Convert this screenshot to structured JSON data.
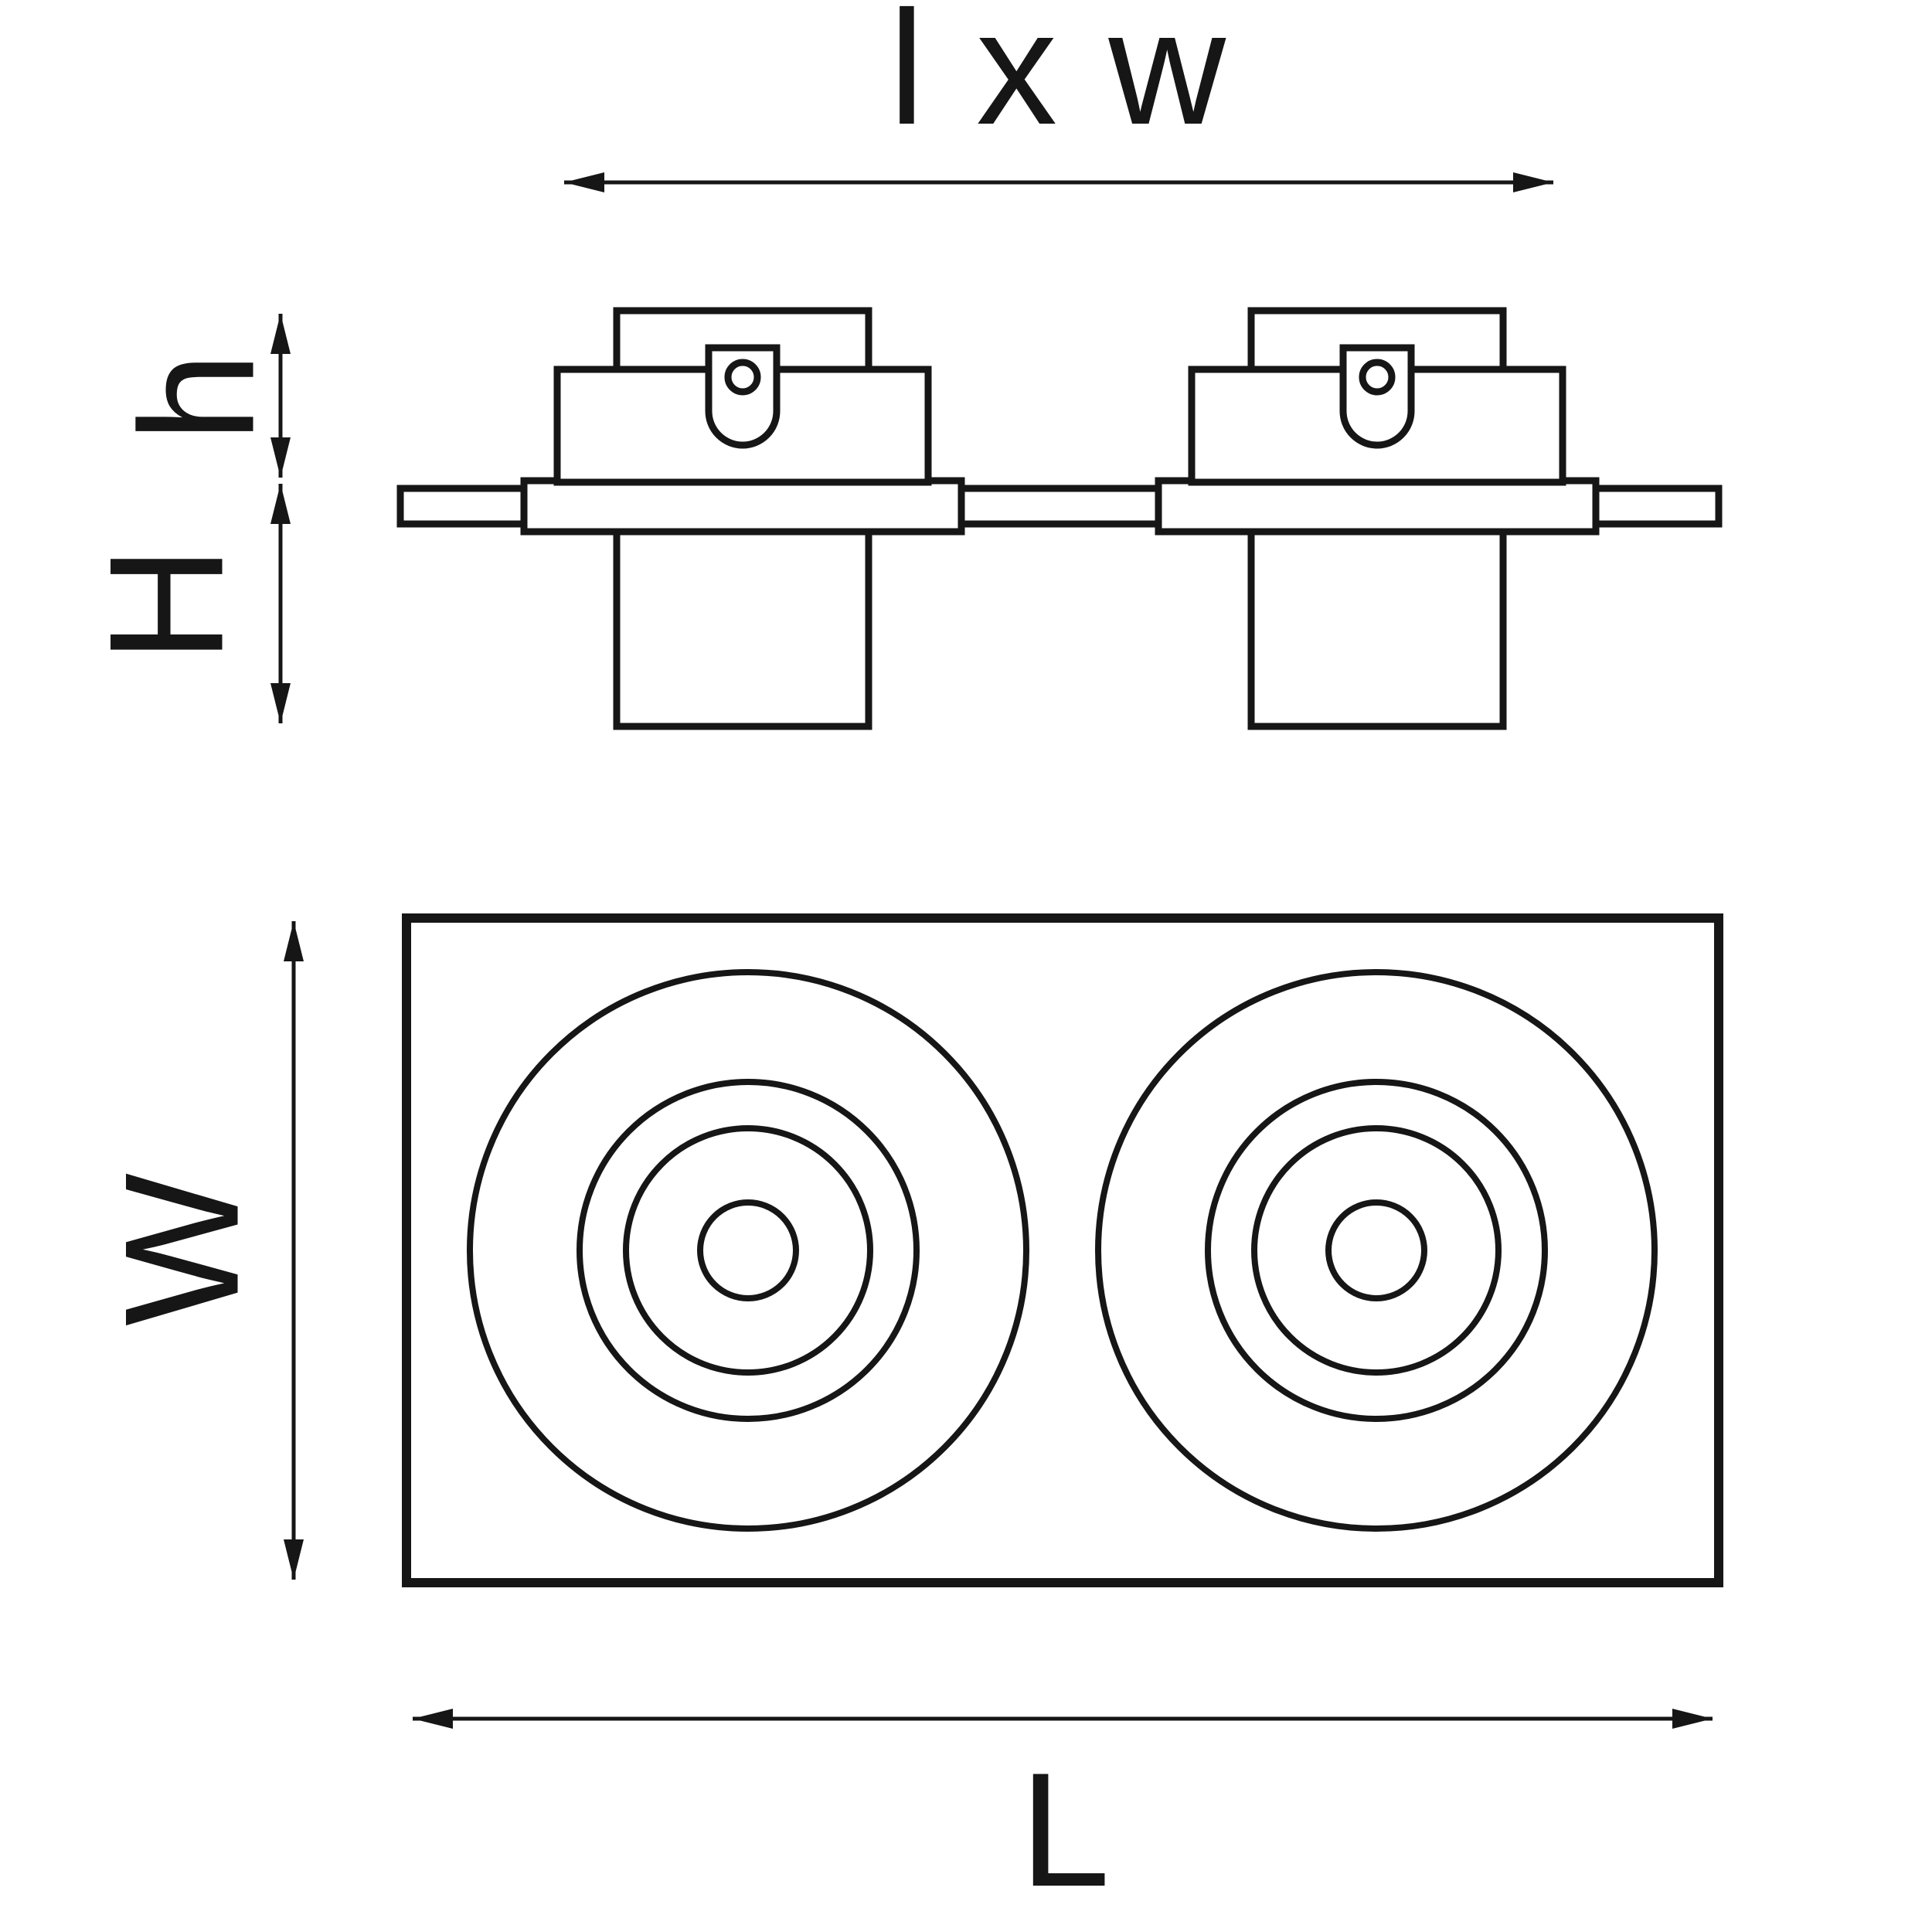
{
  "labels": {
    "cutout": "l x w",
    "housing_height": "h",
    "total_height": "H",
    "width": "W",
    "length": "L"
  },
  "colors": {
    "line": "#161616",
    "background": "#ffffff"
  }
}
